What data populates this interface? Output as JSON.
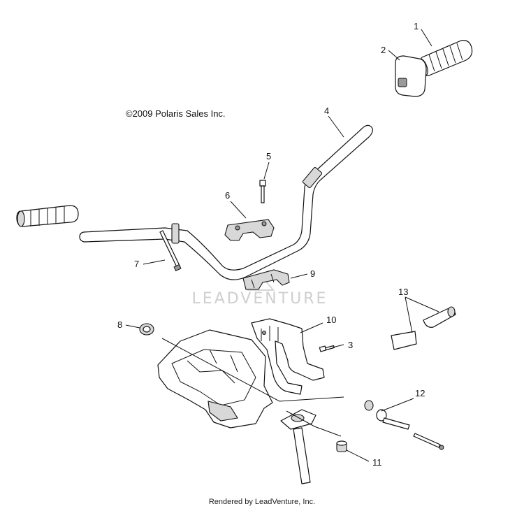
{
  "copyright": "©2009 Polaris Sales Inc.",
  "watermark": "LEADVENTURE",
  "footer": "Rendered by LeadVenture, Inc.",
  "callouts": [
    "1",
    "2",
    "3",
    "4",
    "5",
    "6",
    "7",
    "8",
    "9",
    "10",
    "11",
    "12",
    "13"
  ]
}
